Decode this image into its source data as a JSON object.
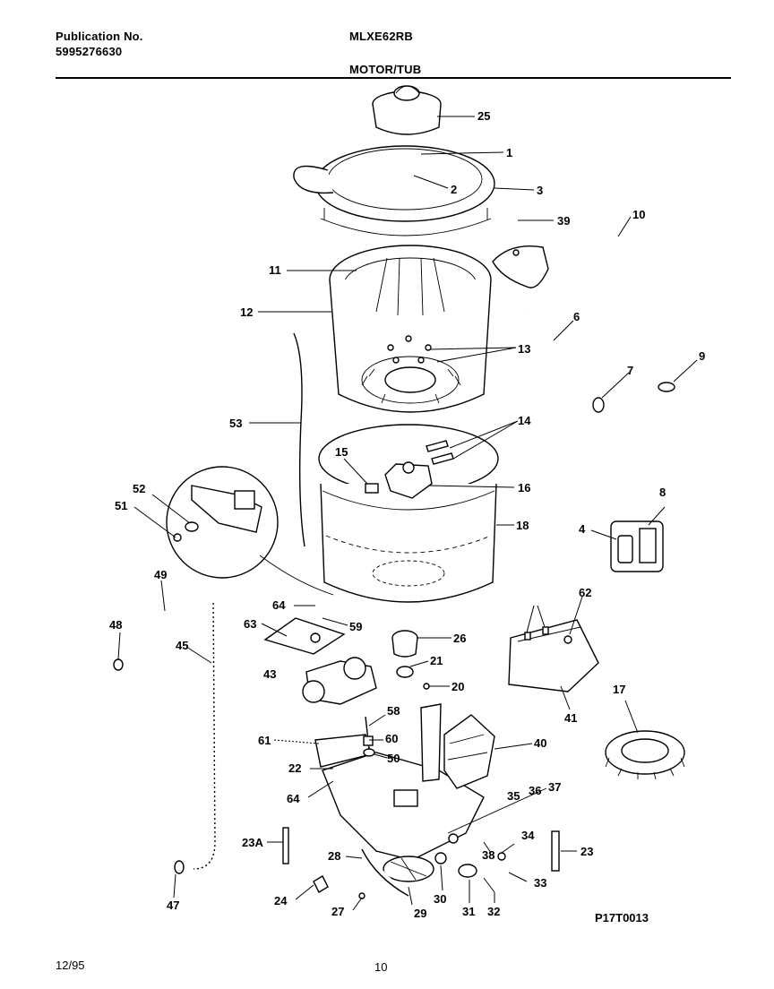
{
  "header": {
    "publication_label": "Publication No.",
    "publication_number": "5995276630",
    "model": "MLXE62RB",
    "section_title": "MOTOR/TUB"
  },
  "footer": {
    "date": "12/95",
    "page": "10",
    "diagram_code": "P17T0013"
  },
  "part_labels": [
    "25",
    "1",
    "2",
    "3",
    "39",
    "10",
    "11",
    "12",
    "13",
    "6",
    "7",
    "9",
    "53",
    "14",
    "15",
    "16",
    "52",
    "51",
    "18",
    "8",
    "4",
    "49",
    "64",
    "59",
    "63",
    "48",
    "45",
    "26",
    "43",
    "21",
    "20",
    "58",
    "60",
    "61",
    "50",
    "22",
    "64",
    "35",
    "36",
    "37",
    "40",
    "62",
    "41",
    "17",
    "23A",
    "28",
    "34",
    "38",
    "23",
    "33",
    "24",
    "27",
    "29",
    "30",
    "31",
    "32",
    "47"
  ]
}
